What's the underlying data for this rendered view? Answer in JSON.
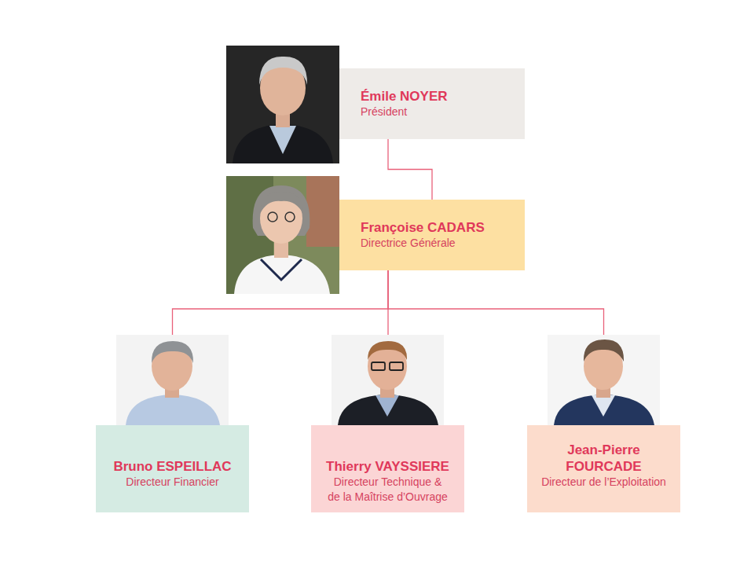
{
  "diagram": {
    "nodes": [
      {
        "text": [
          "Émile NOYER",
          "Président"
        ]
      },
      {
        "text": [
          "Françoise CADARS",
          "Directrice Générale"
        ]
      },
      {
        "text": [
          "Bruno ESPEILLAC",
          "Directeur Financier"
        ]
      },
      {
        "text": [
          "Thierry VAYSSIERE",
          "Directeur Technique & de la Maîtrise d’Ouvrage"
        ]
      },
      {
        "text": [
          "Jean-Pierre FOURCADE",
          "Directeur de l’Exploitation"
        ]
      }
    ],
    "edges": [
      {
        "from": 0,
        "to": 1,
        "arrow": "none"
      },
      {
        "from": 1,
        "to": 2,
        "arrow": "none"
      },
      {
        "from": 1,
        "to": 3,
        "arrow": "none"
      },
      {
        "from": 1,
        "to": 4,
        "arrow": "none"
      }
    ]
  }
}
